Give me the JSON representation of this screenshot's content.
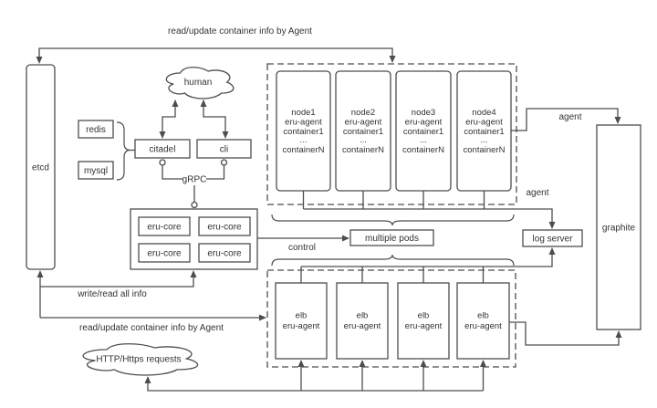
{
  "colors": {
    "stroke": "#4d4d4d",
    "text": "#333333",
    "background": "#ffffff"
  },
  "labels": {
    "top_edge": "read/update container info by Agent",
    "etcd": "etcd",
    "human": "human",
    "redis": "redis",
    "mysql": "mysql",
    "citadel": "citadel",
    "cli": "cli",
    "grpc": "gRPC",
    "control": "control",
    "multiple_pods": "multiple pods",
    "agent_top": "agent",
    "agent_mid": "agent",
    "graphite": "graphite",
    "log_server": "log server",
    "write_read": "write/read all info",
    "read_update": "read/update container info by Agent",
    "http": "HTTP/Https requests"
  },
  "eru_cores": [
    "eru-core",
    "eru-core",
    "eru-core",
    "eru-core"
  ],
  "nodes": [
    {
      "lines": [
        "node1",
        "eru-agent",
        "container1",
        "...",
        "containerN"
      ]
    },
    {
      "lines": [
        "node2",
        "eru-agent",
        "container1",
        "...",
        "containerN"
      ]
    },
    {
      "lines": [
        "node3",
        "eru-agent",
        "container1",
        "...",
        "containerN"
      ]
    },
    {
      "lines": [
        "node4",
        "eru-agent",
        "container1",
        "...",
        "containerN"
      ]
    }
  ],
  "elbs": [
    {
      "lines": [
        "elb",
        "eru-agent"
      ]
    },
    {
      "lines": [
        "elb",
        "eru-agent"
      ]
    },
    {
      "lines": [
        "elb",
        "eru-agent"
      ]
    },
    {
      "lines": [
        "elb",
        "eru-agent"
      ]
    }
  ]
}
